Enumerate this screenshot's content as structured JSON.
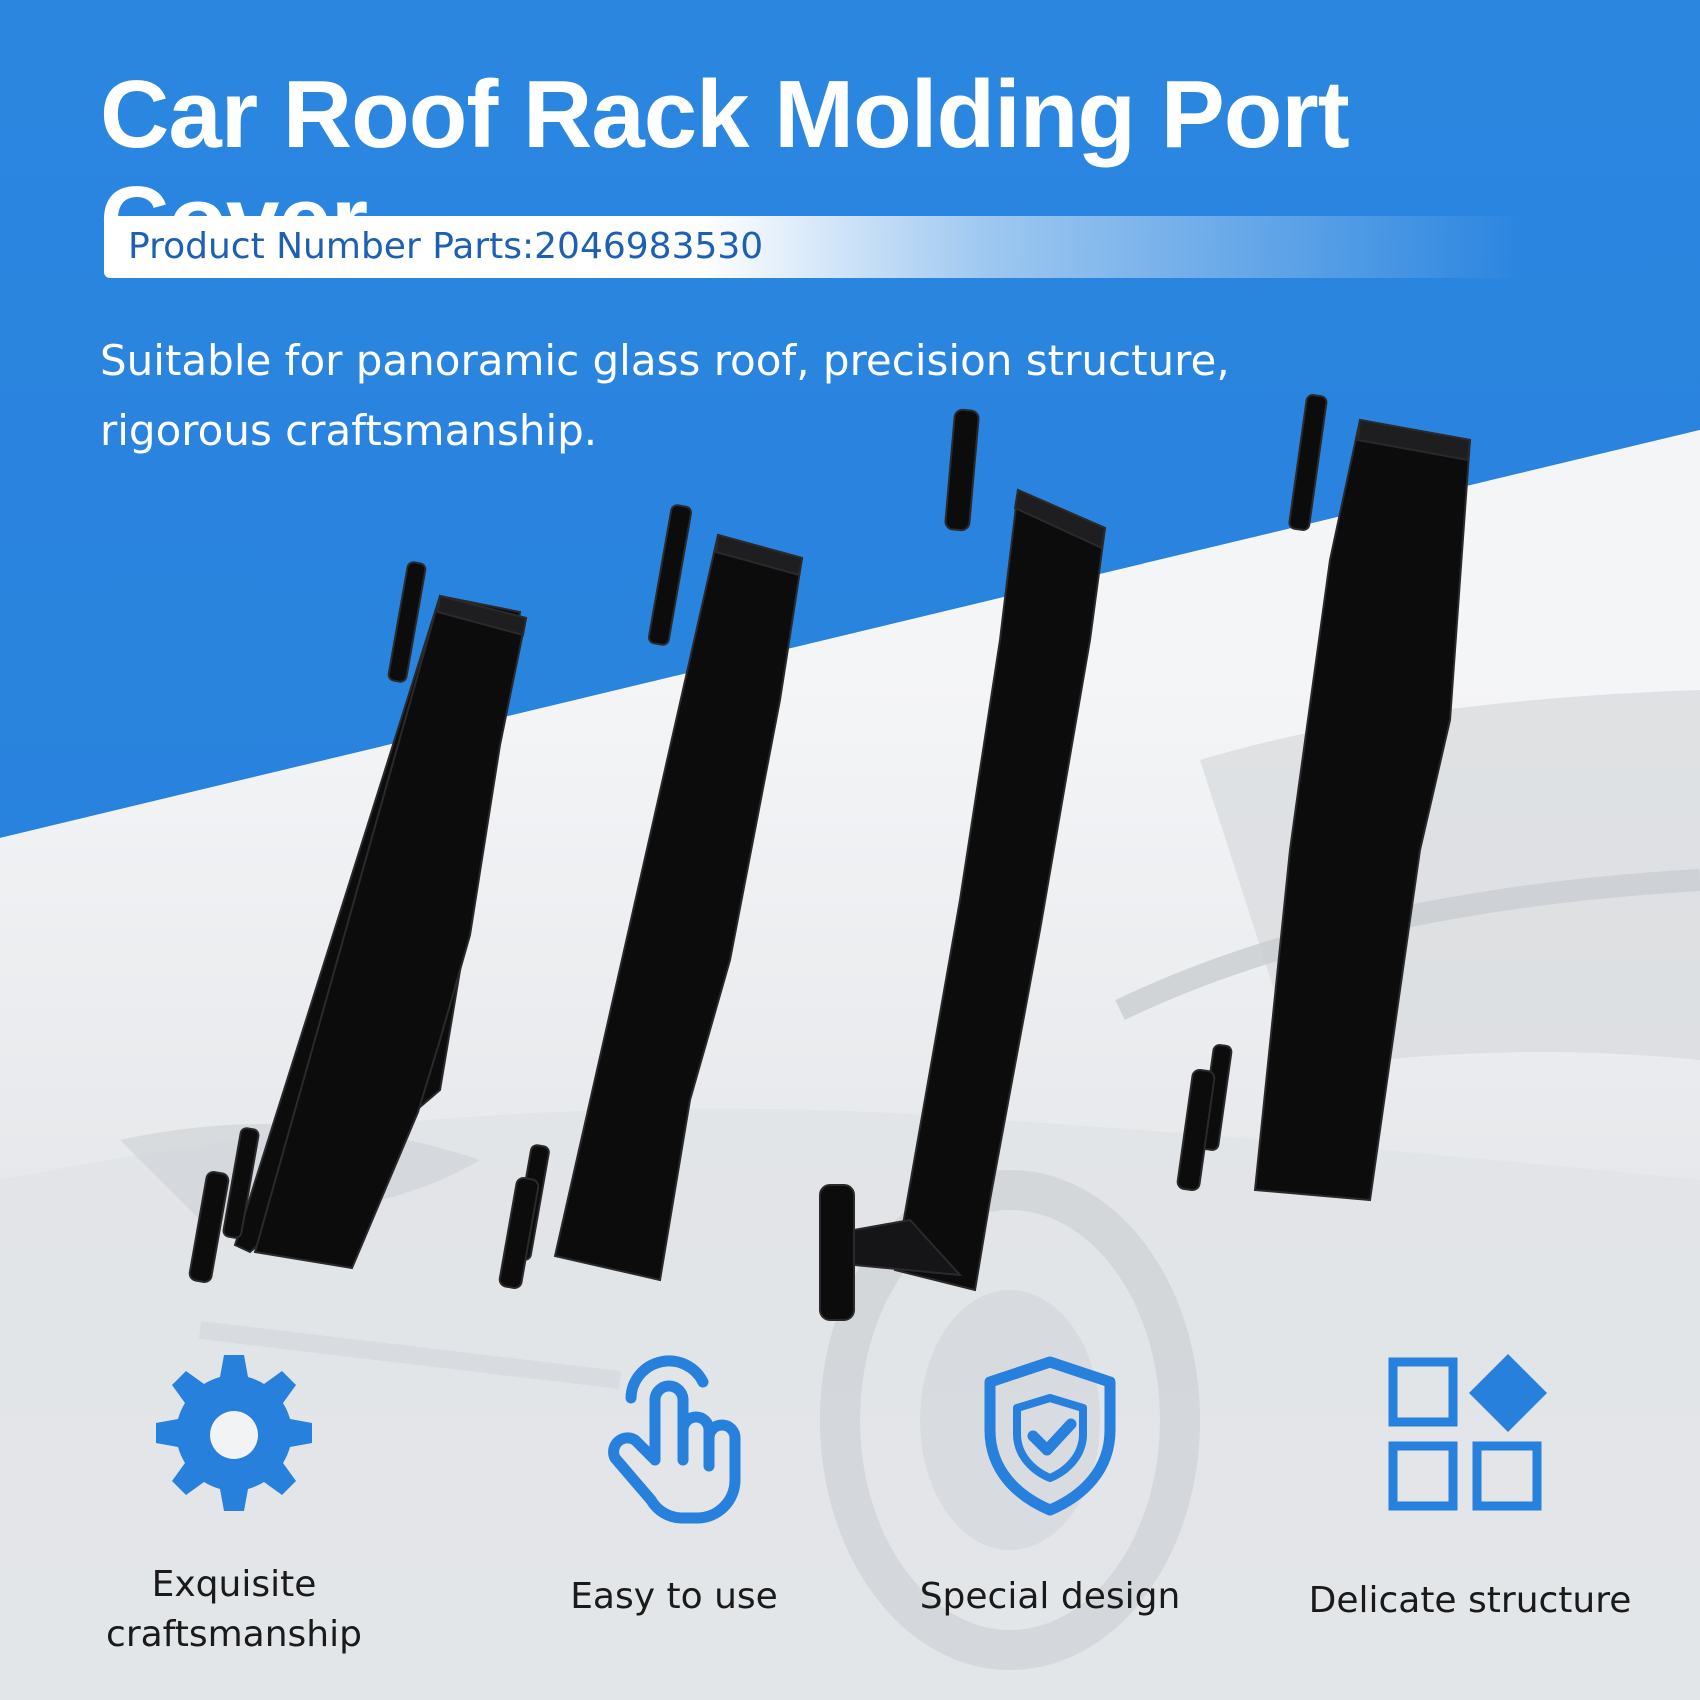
{
  "banner": {
    "title": "Car Roof Rack Molding Port Cover",
    "product_number": "Product Number Parts:2046983530",
    "tagline_line1": "Suitable for panoramic glass roof, precision structure,",
    "tagline_line2": "rigorous craftsmanship."
  },
  "colors": {
    "brand_blue": "#2680dc",
    "product_black": "#0c0c0d",
    "label_text": "#1a1a1a"
  },
  "product_image": {
    "description_icon": "roof-rack-cover-parts",
    "count": 4
  },
  "features": [
    {
      "icon": "gear-icon",
      "label": "Exquisite craftsmanship"
    },
    {
      "icon": "hand-pointer-icon",
      "label": "Easy to use"
    },
    {
      "icon": "shield-check-icon",
      "label": "Special design"
    },
    {
      "icon": "grid-diamond-icon",
      "label": "Delicate structure"
    }
  ]
}
